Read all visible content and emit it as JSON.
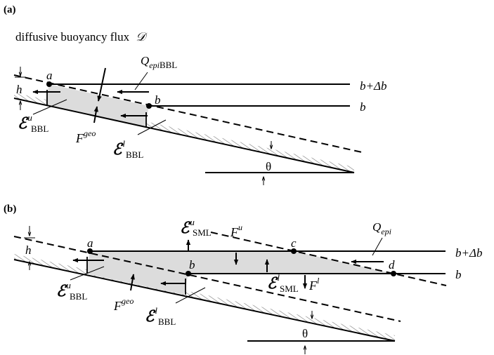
{
  "panel_a": {
    "label": "(a)",
    "caption": "diffusive buoyancy flux",
    "caption_symbol": "𝒟",
    "q_main": "Q",
    "q_sub": "epi",
    "q_sub2": "BBL",
    "pt_a": "a",
    "pt_b": "b",
    "h": "h",
    "b_upper": "b+Δb",
    "b_lower": "b",
    "eps": "ℰ",
    "eps_u_sup": "u",
    "eps_l_sup": "l",
    "bbl": "BBL",
    "f_main": "F",
    "f_sup": "geo",
    "theta": "θ"
  },
  "panel_b": {
    "label": "(b)",
    "q_main": "Q",
    "q_sub": "epi",
    "pt_a": "a",
    "pt_b": "b",
    "pt_c": "c",
    "pt_d": "d",
    "h": "h",
    "b_upper": "b+Δb",
    "b_lower": "b",
    "eps": "ℰ",
    "eps_u_sup": "u",
    "eps_l_sup": "l",
    "bbl": "BBL",
    "sml": "SML",
    "f_main": "F",
    "f_u_sup": "u",
    "f_l_sup": "l",
    "f_geo_sup": "geo",
    "theta": "θ"
  }
}
